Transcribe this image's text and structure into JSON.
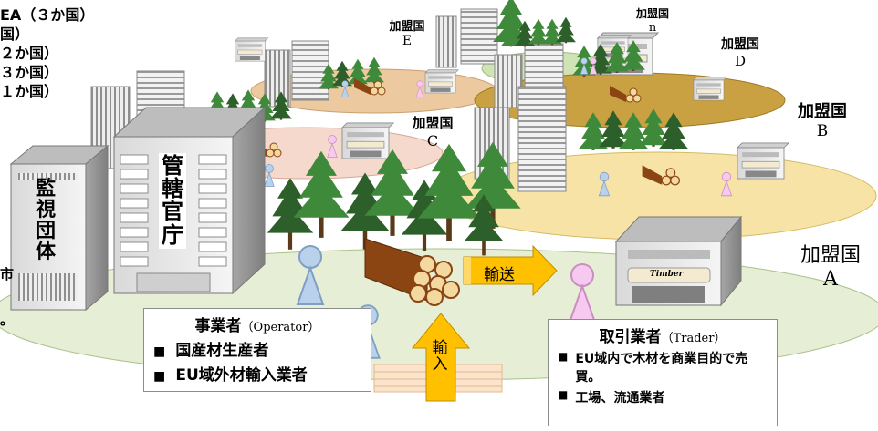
{
  "top_left_lines": [
    "EA（３か国）",
    "国）",
    "２か国）",
    "３か国）",
    "１か国）"
  ],
  "left_edge_chars": [
    "市",
    "。"
  ],
  "member_states": [
    {
      "name": "加盟国",
      "letter": "E"
    },
    {
      "name": "加盟国",
      "letter": "n"
    },
    {
      "name": "加盟国",
      "letter": "D"
    },
    {
      "name": "加盟国",
      "letter": "B"
    },
    {
      "name": "加盟国",
      "letter": "C"
    },
    {
      "name": "加盟国",
      "letter": "A"
    }
  ],
  "monitoring_org": "監視団体",
  "authority": "管轄官庁",
  "shop_sign": "Timber",
  "transport_label": "輸送",
  "import_label": "輸入",
  "operator": {
    "title": "事業者",
    "title_en": "（Operator）",
    "bullet": "■",
    "items": [
      "国産材生産者",
      "EU域外材輸入業者"
    ]
  },
  "trader": {
    "title": "取引業者",
    "title_en": "（Trader）",
    "bullet": "■",
    "items": [
      "EU域内で木材を商業目的で売買。",
      "工場、流通業者"
    ]
  },
  "colors": {
    "ground_a": "#e6efd5",
    "ground_b": "#f7e3a6",
    "ground_c": "#f5d9cd",
    "ground_d": "#c9a042",
    "ground_e": "#edc9a0",
    "ground_n": "#cfe3b4",
    "tree": "#3f8a3a",
    "tree_dark": "#2c5f2a",
    "log": "#8b4513",
    "arrow": "#ffc000",
    "operator_person": "#b9d1ea",
    "trader_person": "#f7c9f0"
  }
}
